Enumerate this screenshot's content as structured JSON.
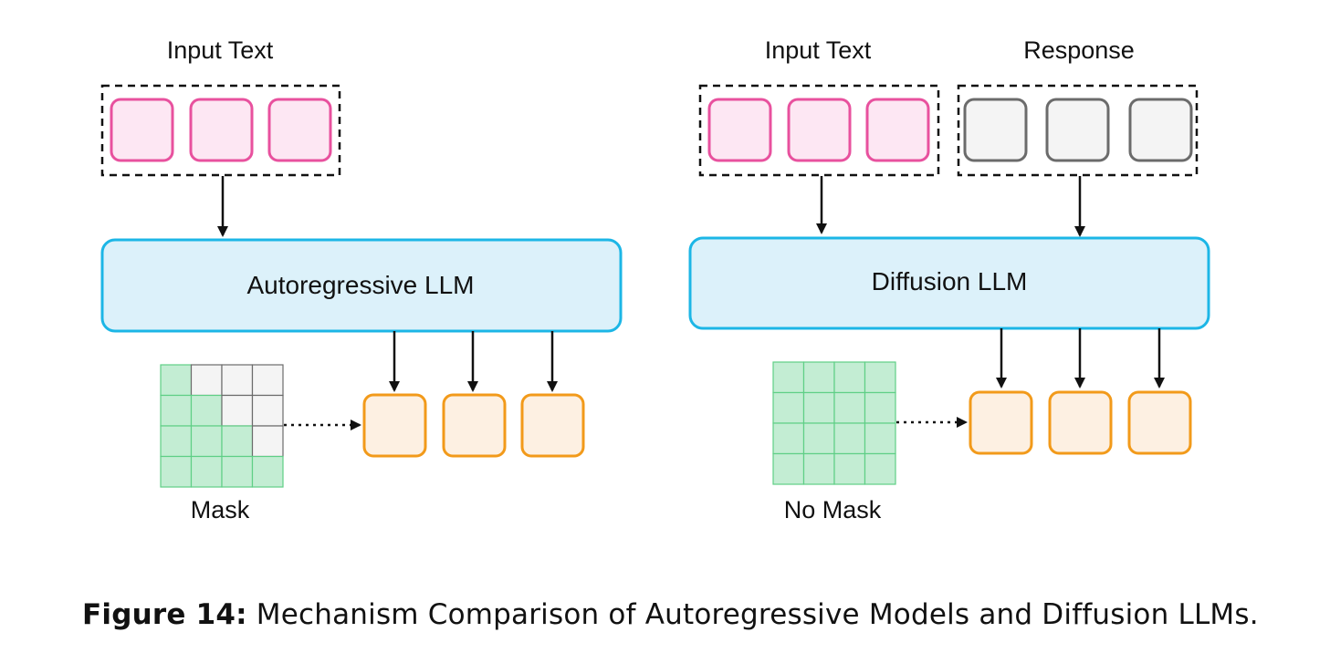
{
  "left_panel": {
    "input_label": "Input Text",
    "model_label": "Autoregressive LLM",
    "mask_label": "Mask"
  },
  "right_panel": {
    "input_label": "Input Text",
    "response_label": "Response",
    "model_label": "Diffusion LLM",
    "mask_label": "No Mask"
  },
  "caption": {
    "label": "Figure 14:",
    "text": " Mechanism Comparison of Autoregressive Models and Diffusion LLMs."
  },
  "colors": {
    "input_token_fill": "#fde7f3",
    "input_token_stroke": "#e8519e",
    "response_token_fill": "#f4f4f4",
    "response_token_stroke": "#6b6b6b",
    "output_token_fill": "#fdf0e2",
    "output_token_stroke": "#f29a1a",
    "model_fill": "#dcf1fa",
    "model_stroke": "#1cb6e6",
    "mask_visible_fill": "#c3edd3",
    "mask_hidden_fill": "#f4f4f4",
    "mask_stroke": "#5fcf86"
  }
}
